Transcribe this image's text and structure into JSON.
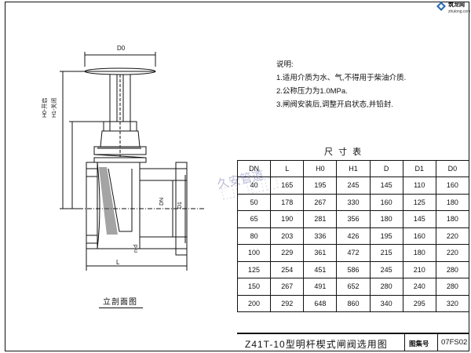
{
  "brand": {
    "name": "筑龙网",
    "url": "zhulong.com"
  },
  "notes": {
    "heading": "说明:",
    "items": [
      "1.适用介质为水、气,不得用于柴油介质.",
      "2.公称压力为1.0MPa.",
      "3.闸阀安装后,调整开启状态,并铅封."
    ]
  },
  "drawing": {
    "caption": "立剖面图",
    "labels": {
      "d0": "D0",
      "h0": "H0-开启",
      "h1": "H1-关闭",
      "dn": "DN",
      "d1": "D1",
      "l": "L",
      "bolts": "n-d"
    }
  },
  "table": {
    "title": "尺 寸 表",
    "headers": [
      "DN",
      "L",
      "H0",
      "H1",
      "D",
      "D1",
      "D0"
    ],
    "rows": [
      [
        "40",
        "165",
        "195",
        "245",
        "145",
        "110",
        "160"
      ],
      [
        "50",
        "178",
        "267",
        "330",
        "160",
        "125",
        "180"
      ],
      [
        "65",
        "190",
        "281",
        "356",
        "180",
        "145",
        "180"
      ],
      [
        "80",
        "203",
        "336",
        "426",
        "195",
        "160",
        "220"
      ],
      [
        "100",
        "229",
        "361",
        "472",
        "215",
        "180",
        "220"
      ],
      [
        "125",
        "254",
        "451",
        "586",
        "245",
        "210",
        "280"
      ],
      [
        "150",
        "267",
        "491",
        "652",
        "280",
        "240",
        "280"
      ],
      [
        "200",
        "292",
        "648",
        "860",
        "340",
        "295",
        "320"
      ]
    ]
  },
  "title_block": {
    "title": "Z41T-10型明杆楔式闸阀选用图",
    "label": "图集号",
    "code": "07FS02"
  },
  "watermark": "久安管道"
}
